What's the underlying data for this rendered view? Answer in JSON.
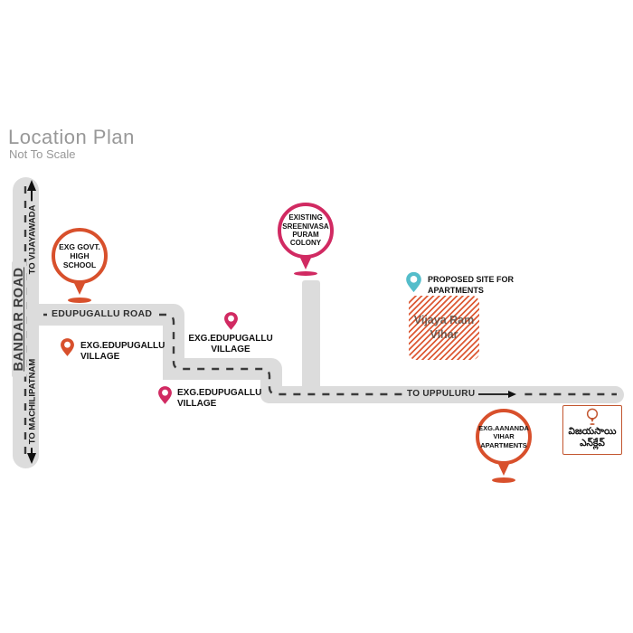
{
  "title": {
    "main": "Location Plan",
    "subtitle": "Not To Scale"
  },
  "roads": {
    "bandar": {
      "name": "BANDAR ROAD",
      "north_label": "TO VIJAYAWADA",
      "south_label": "TO MACHILIPATNAM"
    },
    "edupugallu": {
      "name": "EDUPUGALLU ROAD"
    },
    "uppuluru": {
      "name": "TO UPPULURU"
    }
  },
  "markers": {
    "high_school": {
      "lines": [
        "EXG GOVT.",
        "HIGH",
        "SCHOOL"
      ],
      "color": "#d8502c"
    },
    "sreenivasa_colony": {
      "lines": [
        "EXISTING",
        "SREENIVASA",
        "PURAM",
        "COLONY"
      ],
      "color": "#d12a62"
    },
    "village_west": {
      "lines": [
        "EXG.EDUPUGALLU",
        "VILLAGE"
      ],
      "color": "#d8502c"
    },
    "village_mid": {
      "lines": [
        "EXG.EDUPUGALLU",
        "VILLAGE"
      ],
      "color": "#d12a62"
    },
    "village_south": {
      "lines": [
        "EXG.EDUPUGALLU",
        "VILLAGE"
      ],
      "color": "#d12a62"
    },
    "proposed_site": {
      "lines": [
        "PROPOSED SITE FOR",
        "APARTMENTS"
      ],
      "color": "#54bdca"
    },
    "vijaya_ram_vihar": {
      "lines": [
        "Vijaya Ram",
        "Vihar"
      ],
      "color": "#dd5a35"
    },
    "aananda_apartments": {
      "lines": [
        "EXG.AANANDA",
        "VIHAR",
        "APARTMENTS"
      ],
      "color": "#d8502c"
    },
    "vijayasai_enclave": {
      "lines": [
        "విజయసాయి",
        "ఎన్‌క్లేవ్"
      ],
      "color": "#c2552f"
    }
  },
  "colors": {
    "road": "#dcdcdc",
    "dash": "#3a3a3a",
    "orange": "#d8502c",
    "pink": "#d12a62",
    "teal": "#54bdca",
    "title_gray": "#989898"
  }
}
